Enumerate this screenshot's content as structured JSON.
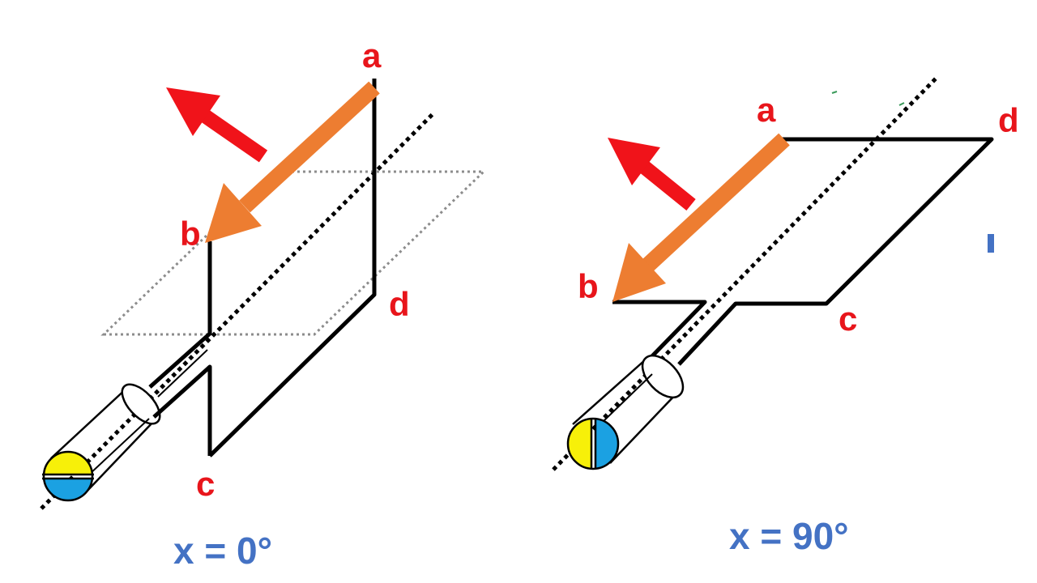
{
  "panels": [
    {
      "angle_label": "x = 0°",
      "vertices": {
        "a": "a",
        "b": "b",
        "c": "c",
        "d": "d"
      }
    },
    {
      "angle_label": "x = 90°",
      "vertices": {
        "a": "a",
        "b": "b",
        "c": "c",
        "d": "d"
      }
    }
  ],
  "colors": {
    "vertex_label": "#e8151b",
    "angle_label": "#4472c4",
    "force_arrow": "#f0131a",
    "current_arrow": "#ed7d31",
    "wire": "#000000",
    "commutator_yellow": "#f7f009",
    "commutator_blue": "#1ba1e2",
    "reference_plane": "#8c8c8c",
    "stray_mark": "#4472c4"
  }
}
